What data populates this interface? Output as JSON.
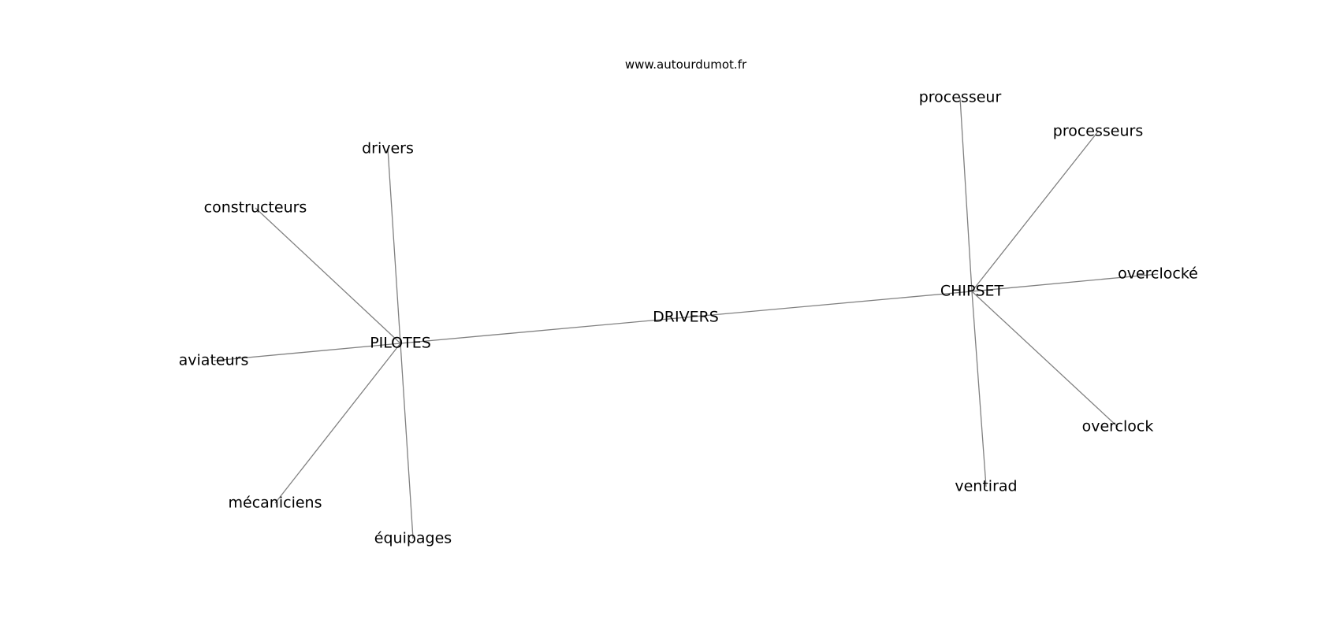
{
  "header": {
    "source": "www.autourdumot.fr"
  },
  "graph": {
    "nodes": [
      {
        "id": "drivers_c",
        "label": "DRIVERS"
      },
      {
        "id": "pilotes",
        "label": "PILOTES"
      },
      {
        "id": "chipset",
        "label": "CHIPSET"
      },
      {
        "id": "drivers",
        "label": "drivers"
      },
      {
        "id": "constructeurs",
        "label": "constructeurs"
      },
      {
        "id": "aviateurs",
        "label": "aviateurs"
      },
      {
        "id": "mecaniciens",
        "label": "mécaniciens"
      },
      {
        "id": "equipages",
        "label": "équipages"
      },
      {
        "id": "processeur",
        "label": "processeur"
      },
      {
        "id": "processeurs",
        "label": "processeurs"
      },
      {
        "id": "overclocke",
        "label": "overclocké"
      },
      {
        "id": "overclock",
        "label": "overclock"
      },
      {
        "id": "ventirad",
        "label": "ventirad"
      }
    ],
    "edges": [
      [
        "pilotes",
        "drivers_c"
      ],
      [
        "drivers_c",
        "chipset"
      ],
      [
        "pilotes",
        "drivers"
      ],
      [
        "pilotes",
        "constructeurs"
      ],
      [
        "pilotes",
        "aviateurs"
      ],
      [
        "pilotes",
        "mecaniciens"
      ],
      [
        "pilotes",
        "equipages"
      ],
      [
        "chipset",
        "processeur"
      ],
      [
        "chipset",
        "processeurs"
      ],
      [
        "chipset",
        "overclocke"
      ],
      [
        "chipset",
        "overclock"
      ],
      [
        "chipset",
        "ventirad"
      ]
    ]
  }
}
